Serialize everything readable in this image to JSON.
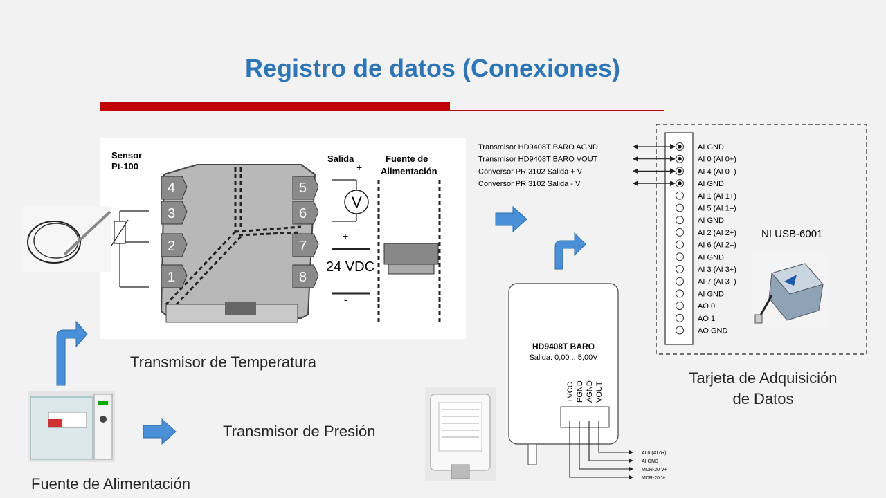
{
  "title": "Registro de datos (Conexiones)",
  "colors": {
    "title": "#2e75b6",
    "accent_bar": "#c00000",
    "arrow": "#4a90d9"
  },
  "temp_transmitter": {
    "sensor_label_line1": "Sensor",
    "sensor_label_line2": "Pt-100",
    "terminals_left": [
      "4",
      "3",
      "2",
      "1"
    ],
    "terminals_right": [
      "5",
      "6",
      "7",
      "8"
    ],
    "output_label": "Salida",
    "plus": "+",
    "minus": "-",
    "supply_label_line1": "Fuente de",
    "supply_label_line2": "Alimentación",
    "voltage": "24 VDC",
    "meter_symbol": "V"
  },
  "daq_wiring": {
    "signals": [
      "Transmisor HD9408T BARO AGND",
      "Transmisor HD9408T BARO VOUT",
      "Conversor PR 3102 Salida + V",
      "Conversor PR 3102 Salida - V"
    ],
    "pins": [
      "AI GND",
      "AI 0 (AI 0+)",
      "AI 4 (AI 0–)",
      "AI GND",
      "AI 1 (AI 1+)",
      "AI 5 (AI 1–)",
      "AI GND",
      "AI 2 (AI 2+)",
      "AI 6 (AI 2–)",
      "AI GND",
      "AI 3 (AI 3+)",
      "AI 7 (AI 3–)",
      "AI GND",
      "AO 0",
      "AO 1",
      "AO GND"
    ],
    "device_name": "NI USB-6001"
  },
  "pressure_transmitter": {
    "model": "HD9408T BARO",
    "output": "Salida: 0,00 .. 5,00V",
    "terminals": [
      "+VCC",
      "PGND",
      "AGND",
      "VOUT"
    ],
    "wires": [
      "AI 0 (AI 0+)",
      "AI GND",
      "MDR-20 V+",
      "MDR-20 V-"
    ]
  },
  "captions": {
    "temp": "Transmisor de Temperatura",
    "daq_line1": "Tarjeta de Adquisición",
    "daq_line2": "de Datos",
    "pressure": "Transmisor de Presión",
    "supply": "Fuente de Alimentación"
  }
}
